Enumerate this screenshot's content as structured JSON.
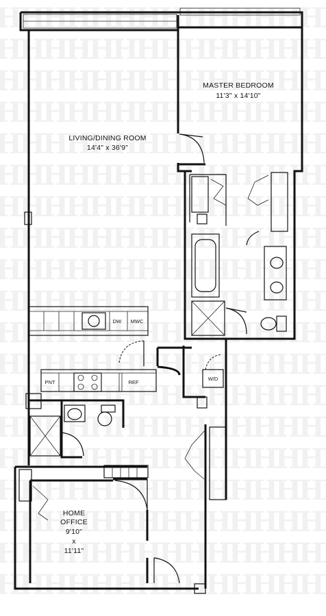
{
  "rooms": {
    "master_bedroom": {
      "name": "MASTER BEDROOM",
      "size": "11'3\" x 14'10\""
    },
    "living_dining": {
      "name": "LIVING/DINING ROOM",
      "size": "14'4\" x 36'9\""
    },
    "home_office": {
      "name": "HOME",
      "name2": "OFFICE",
      "dim1": "9'10\"",
      "by": "x",
      "dim2": "11'11\""
    }
  },
  "fixtures": {
    "dishwasher": "DW",
    "microwave": "MWC",
    "pantry": "PNT",
    "refrigerator": "REF",
    "washer_dryer": "W/D"
  },
  "watermark": {
    "glyph": "H"
  }
}
